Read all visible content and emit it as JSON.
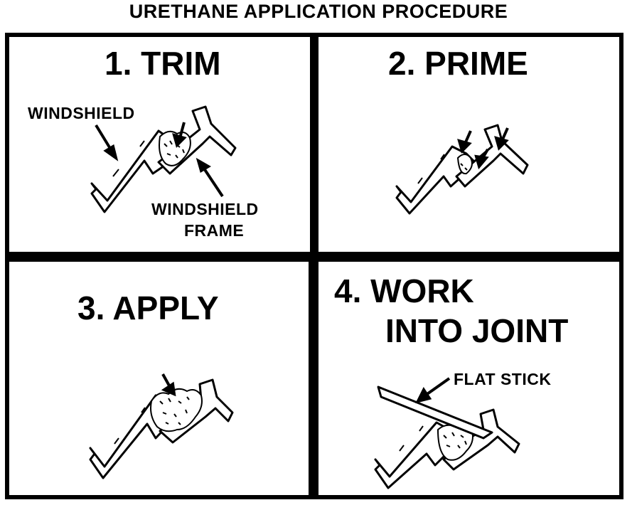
{
  "title": "URETHANE APPLICATION PROCEDURE",
  "panels": [
    {
      "step": "1.  TRIM",
      "labels": [
        "WINDSHIELD",
        "WINDSHIELD",
        "FRAME"
      ]
    },
    {
      "step": "2.  PRIME"
    },
    {
      "step": "3.  APPLY"
    },
    {
      "step_line1": "4.  WORK",
      "step_line2": "INTO JOINT",
      "labels": [
        "FLAT STICK"
      ]
    }
  ]
}
